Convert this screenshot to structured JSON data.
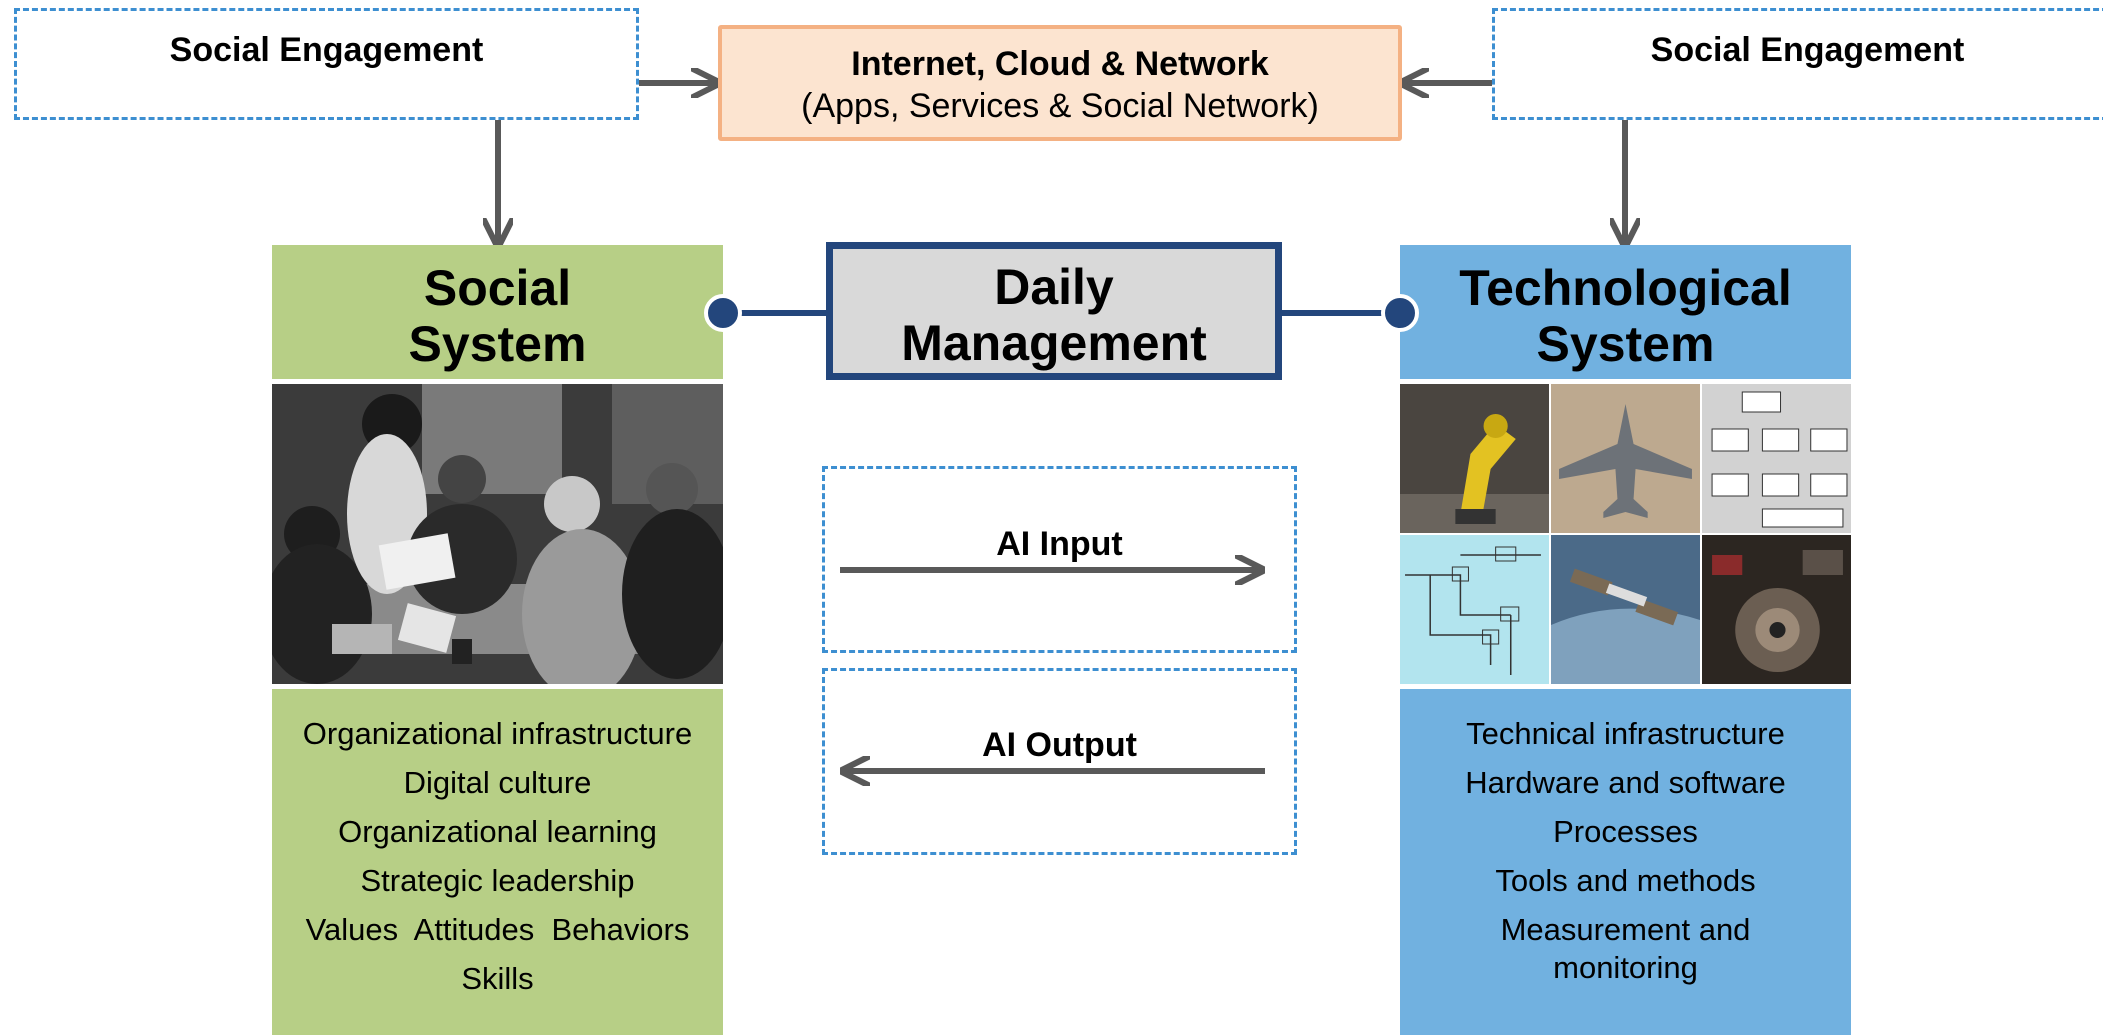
{
  "social_engagement_left": "Social Engagement",
  "social_engagement_right": "Social Engagement",
  "internet": {
    "title": "Internet, Cloud & Network",
    "subtitle": "(Apps, Services & Social Network)"
  },
  "social_system": {
    "title_line1": "Social",
    "title_line2": "System",
    "items": [
      "Organizational infrastructure",
      "Digital culture",
      "Organizational learning",
      "Strategic leadership",
      "Values  Attitudes  Behaviors",
      "Skills"
    ]
  },
  "daily_management": {
    "line1": "Daily",
    "line2": "Management"
  },
  "technological_system": {
    "title_line1": "Technological",
    "title_line2": "System",
    "items": [
      "Technical infrastructure",
      "Hardware and software",
      "Processes",
      "Tools and methods",
      "Measurement and monitoring"
    ]
  },
  "ai": {
    "input_label": "AI Input",
    "output_label": "AI Output"
  },
  "colors": {
    "social_green": "#b7cf86",
    "tech_blue": "#71b1e0",
    "dm_border": "#23467c",
    "internet_fill": "#fce4d0",
    "internet_border": "#f4b183",
    "dashed_blue": "#3d8fd1",
    "arrow_gray": "#595959"
  }
}
